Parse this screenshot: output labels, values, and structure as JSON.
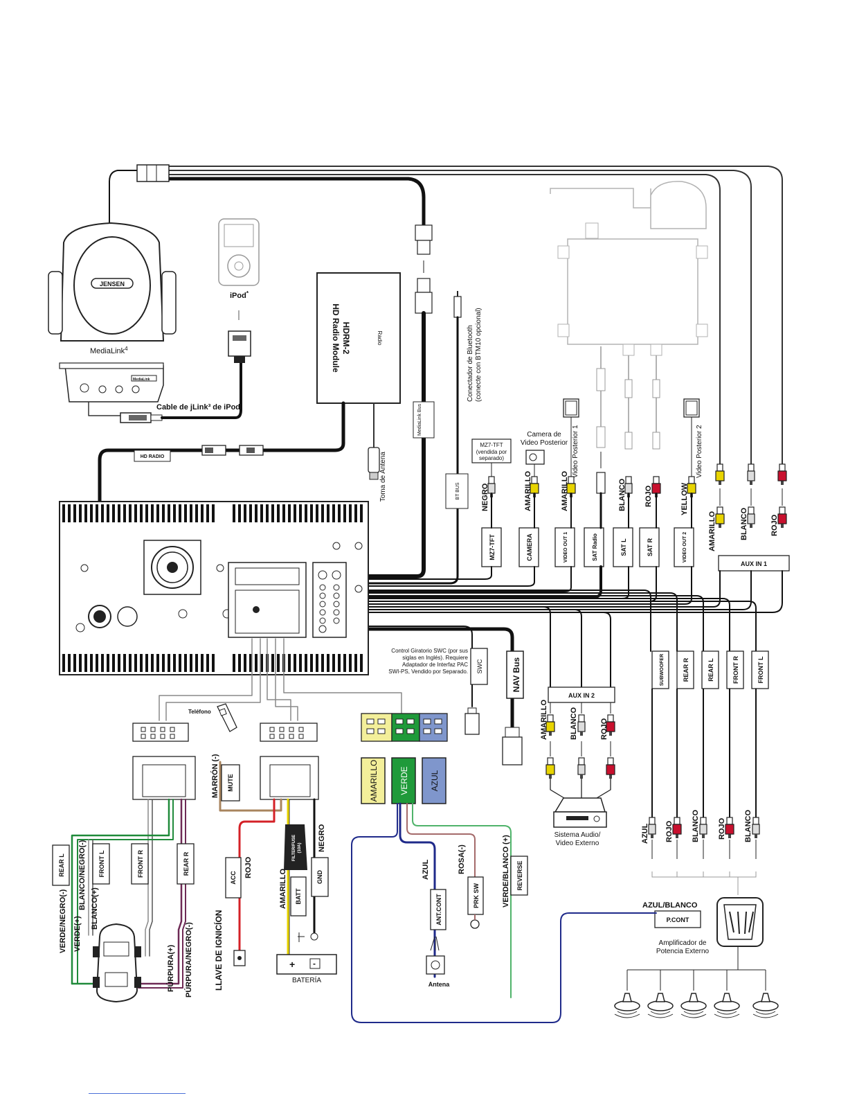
{
  "labels": {
    "medialink": "MediaLink",
    "medialink_sup": "4",
    "ipod": "iPod",
    "ipod_sup": "*",
    "jlink_cable": "Cable de jLink³ de iPod",
    "hdrm2": "HDRM-2",
    "hd_radio_module": "HD Radio Module",
    "hd_radio_logo": "Radio",
    "hd_radio_tag": "HD RADIO",
    "toma_antena": "Toma de Antena",
    "medialink_bus": "MediaLink Bus",
    "bt_bus": "BT BUS",
    "bt_connector_1": "Conectador de Bluetooth",
    "bt_connector_2": "(conecte con BTM10 opcional)",
    "mz7_box_1": "MZ7-TFT",
    "mz7_box_2": "(vendida por",
    "mz7_box_3": "separado)",
    "camera_1": "Camera de",
    "camera_2": "Video Posterior",
    "video_posterior_1": "Video Posterior 1",
    "video_posterior_2": "Video Posterior 2",
    "negro": "NEGRO",
    "amarillo_cam": "AMARILLO",
    "amarillo_v1": "AMARILLO",
    "blanco_sat": "BLANCO",
    "rojo_sat": "ROJO",
    "yellow_v2": "YELLOW",
    "amarillo_aux1": "AMARILLO",
    "blanco_aux1": "BLANCO",
    "rojo_aux1": "ROJO",
    "mz7_tft": "MZ7-TFT",
    "camera": "CAMERA",
    "video_out_1": "VIDEO OUT 1",
    "sat_radio": "SAT Radio",
    "sat_l": "SAT L",
    "sat_r": "SAT R",
    "video_out_2": "VIDEO OUT 2",
    "aux_in_1": "AUX IN 1",
    "aux_in_2": "AUX IN 2",
    "swc": "SWC",
    "swc_note_1": "Control Giratorio SWC (por sus",
    "swc_note_2": "siglas en Inglés). Requiere",
    "swc_note_3": "Adaptador de Interfaz PAC",
    "swc_note_4": "SWI-PS, Vendido por Separado.",
    "nav_bus": "NAV Bus",
    "subwoofer": "SUBWOOFER",
    "rear_r_out": "REAR R",
    "rear_l_out": "REAR L",
    "front_r_out": "FRONT R",
    "front_l_out": "FRONT L",
    "amarillo_aux2": "AMARILLO",
    "blanco_aux2": "BLANCO",
    "rojo_aux2": "ROJO",
    "sistema_1": "Sistema Audio/",
    "sistema_2": "Video Externo",
    "telefono": "Teléfono",
    "marron": "MARRÓN (-)",
    "mute": "MUTE",
    "amarillo_conn": "AMARILLO",
    "verde_conn": "VERDE",
    "azul_conn": "AZUL",
    "rojo_acc": "ROJO",
    "acc": "ACC",
    "filter_fuse": "FILTER/FUSE",
    "fuse_rating": "(10A)",
    "negro_gnd": "NEGRO",
    "gnd": "GND",
    "amarillo_batt": "AMARILLO",
    "batt": "BATT",
    "bateria": "BATERÍA",
    "llave": "LLAVE DE IGNICÍON",
    "azul_ant": "AZUL",
    "ant_cont": "ANT.CONT",
    "antena": "Antena",
    "rosa": "ROSA(-)",
    "prk_sw": "PRK SW",
    "verde_blanco": "VERDE/BLANCO (+)",
    "reverse": "REVERSE",
    "azul_amp": "AZUL",
    "rojo_amp1": "ROJO",
    "blanco_amp1": "BLANCO",
    "rojo_amp2": "ROJO",
    "blanco_amp2": "BLANCO",
    "azul_blanco": "AZUL/BLANCO",
    "p_cont": "P.CONT",
    "amp_1": "Amplificador de",
    "amp_2": "Potencia Externo",
    "rear_l_spk": "REAR L",
    "front_l_spk": "FRONT L",
    "front_r_spk": "FRONT R",
    "rear_r_spk": "REAR R",
    "blanco_negro": "BLANCO/NEGRO(-)",
    "blanco_pos": "BLANCO(+)",
    "verde_negro": "VERDE/NEGRO(-)",
    "verde_pos": "VERDE(+)",
    "purpura_pos": "PÚRPURA(+)",
    "purpura_negro": "PÚRPURA/NEGRO(-)",
    "medialink_panel": "MediaLink",
    "brand": "JENSEN"
  },
  "colors": {
    "wire_black": "#111111",
    "wire_gray": "#555555",
    "connector_yellow": "#f3ef9a",
    "connector_green": "#1f9a3a",
    "connector_blue": "#7f96cc",
    "wire_red": "#d42127",
    "wire_brown": "#a8845e",
    "wire_blue_dark": "#1f2a8a",
    "wire_green": "#1f8a3a",
    "wire_green_light": "#4fb36a",
    "wire_pink": "#a46a6a",
    "wire_purple": "#6e2a55",
    "rca_yellow": "#e8d400",
    "rca_red": "#c8102e"
  }
}
